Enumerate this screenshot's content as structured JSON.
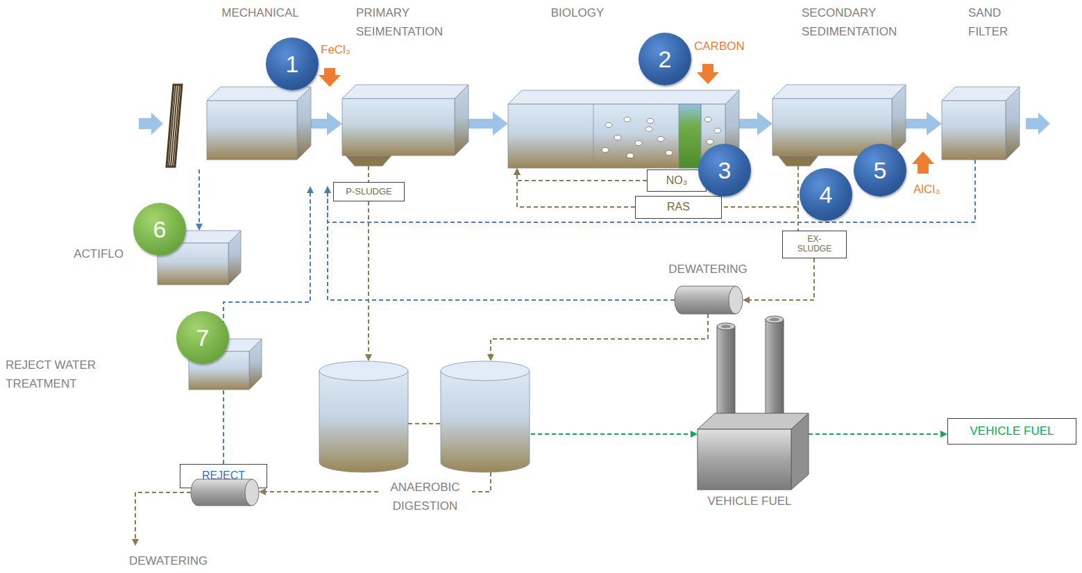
{
  "diagram": {
    "nodes": [
      {
        "text": [
          "MECHANICAL"
        ]
      },
      {
        "text": [
          "PRIMARY SEIMENTATION"
        ]
      },
      {
        "text": [
          "BIOLOGY"
        ]
      },
      {
        "text": [
          "SECONDARY SEDIMENTATION"
        ]
      },
      {
        "text": [
          "SAND FILTER"
        ]
      },
      {
        "text": [
          "1"
        ]
      },
      {
        "text": [
          "2"
        ]
      },
      {
        "text": [
          "3"
        ]
      },
      {
        "text": [
          "4"
        ]
      },
      {
        "text": [
          "5"
        ]
      },
      {
        "text": [
          "P-SLUDGE"
        ]
      },
      {
        "text": [
          "NO₃"
        ]
      },
      {
        "text": [
          "RAS"
        ]
      },
      {
        "text": [
          "EX- SLUDGE"
        ]
      },
      {
        "text": [
          "6"
        ]
      },
      {
        "text": [
          "ACTIFLO"
        ]
      },
      {
        "text": [
          "DEWATERING"
        ]
      },
      {
        "text": [
          "7"
        ]
      },
      {
        "text": [
          "REJECT WATER TREATMENT"
        ]
      },
      {
        "text": [
          "ANAEROBIC DIGESTION"
        ]
      },
      {
        "text": [
          "VEHICLE FUEL"
        ]
      },
      {
        "text": [
          "VEHICLE FUEL"
        ]
      },
      {
        "text": [
          "REJECT"
        ]
      },
      {
        "text": [
          "DEWATERING"
        ]
      }
    ],
    "edges": [
      {
        "from": 0,
        "to": 1,
        "arrow": "to"
      },
      {
        "from": 1,
        "to": 2,
        "arrow": "to"
      },
      {
        "from": 2,
        "to": 3,
        "arrow": "to"
      },
      {
        "from": 3,
        "to": 4,
        "arrow": "to"
      },
      {
        "from": 1,
        "to": 10,
        "arrow": "none"
      },
      {
        "from": 10,
        "to": 19,
        "arrow": "to"
      },
      {
        "from": 11,
        "to": 2,
        "arrow": "to"
      },
      {
        "from": 3,
        "to": 12,
        "arrow": "none"
      },
      {
        "from": 12,
        "to": 2,
        "arrow": "to"
      },
      {
        "from": 3,
        "to": 13,
        "arrow": "none"
      },
      {
        "from": 13,
        "to": 16,
        "arrow": "to"
      },
      {
        "from": 16,
        "to": 19,
        "arrow": "to"
      },
      {
        "from": 16,
        "to": 1,
        "arrow": "to"
      },
      {
        "from": 4,
        "to": 1,
        "arrow": "to"
      },
      {
        "from": 18,
        "to": 1,
        "arrow": "to"
      },
      {
        "from": 23,
        "to": 22,
        "arrow": "none"
      },
      {
        "from": 22,
        "to": 18,
        "arrow": "none"
      },
      {
        "from": 19,
        "to": 20,
        "arrow": "to"
      },
      {
        "from": 20,
        "to": 21,
        "arrow": "to"
      },
      {
        "from": 19,
        "to": 23,
        "arrow": "to"
      }
    ],
    "labels": [
      "FeCl₃",
      "CARBON",
      "AlCl₃"
    ]
  }
}
